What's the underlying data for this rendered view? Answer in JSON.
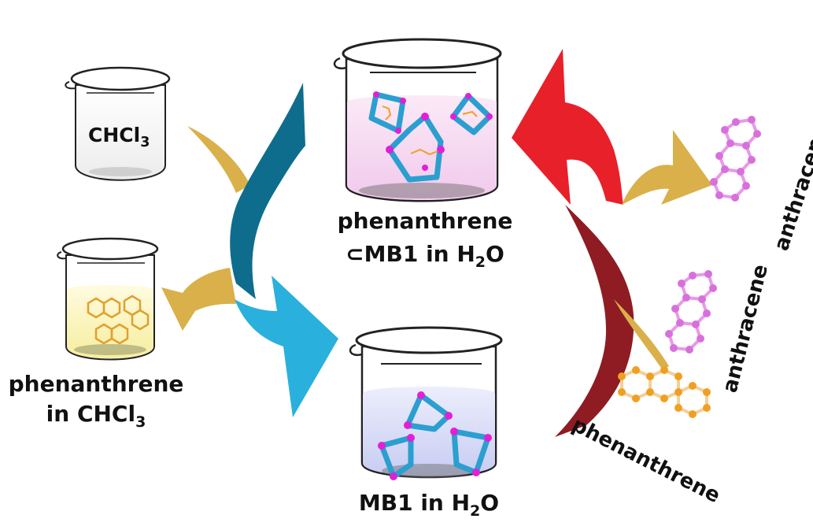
{
  "figure": {
    "title": "Phenanthrene/anthracene separation cycle with MB1",
    "colors": {
      "chcl3_liquid": "#f4f4f4",
      "phen_chcl3_liquid": "#fbf3b8",
      "complex_liquid": "#f7d9f0",
      "mb1_liquid": "#d9dcf7",
      "cage_blue": "#2a9fd0",
      "cage_node": "#e020d8",
      "phen_orange": "#f0a020",
      "anth_pink": "#e07ee0",
      "arrow_gold": "#d9b04a",
      "arrow_teal": "#0e6d8c",
      "arrow_cyan": "#2ab0dc",
      "arrow_red": "#e8202a",
      "arrow_darkred": "#8e1c22"
    }
  },
  "beakers": {
    "chcl3": {
      "label_main": "CHCl",
      "label_sub": "3"
    },
    "phen_in_chcl3": {
      "line1": "phenanthrene",
      "line2_main": "in CHCl",
      "line2_sub": "3"
    },
    "complex": {
      "line1": "phenanthrene",
      "line2_prefix": "⊂MB1 in H",
      "line2_sub": "2",
      "line2_suffix": "O"
    },
    "mb1": {
      "line1_prefix": "MB1 in H",
      "line1_sub": "2",
      "line1_suffix": "O"
    }
  },
  "molecules": {
    "anthracene_top": "anthracene",
    "anthracene_mid": "anthracene",
    "phenanthrene_bottom": "phenanthrene"
  }
}
